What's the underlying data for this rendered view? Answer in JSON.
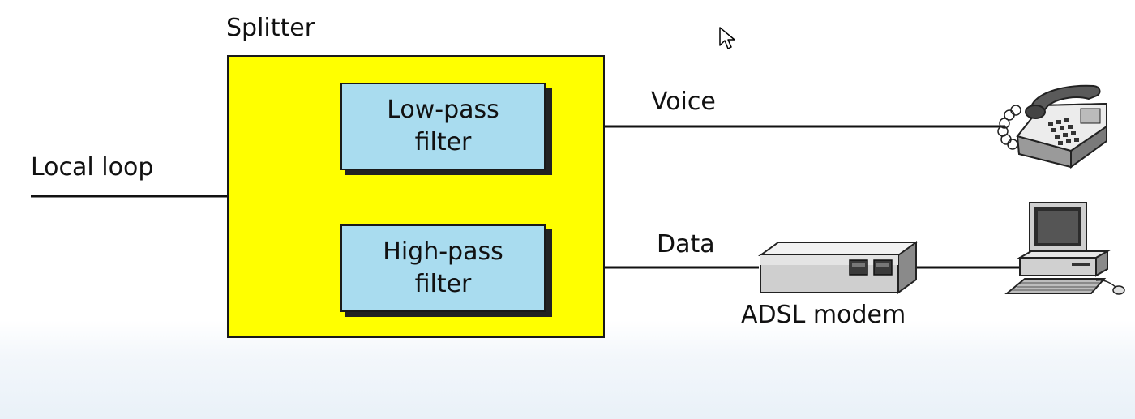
{
  "splitter": {
    "title": "Splitter"
  },
  "input": {
    "label": "Local loop"
  },
  "filters": {
    "low": {
      "line1": "Low-pass",
      "line2": "filter"
    },
    "high": {
      "line1": "High-pass",
      "line2": "filter"
    }
  },
  "outputs": {
    "voice": {
      "label": "Voice"
    },
    "data": {
      "label": "Data"
    }
  },
  "modem": {
    "label": "ADSL modem"
  },
  "colors": {
    "splitter_fill": "#ffff00",
    "filter_fill": "#a9dcef"
  }
}
